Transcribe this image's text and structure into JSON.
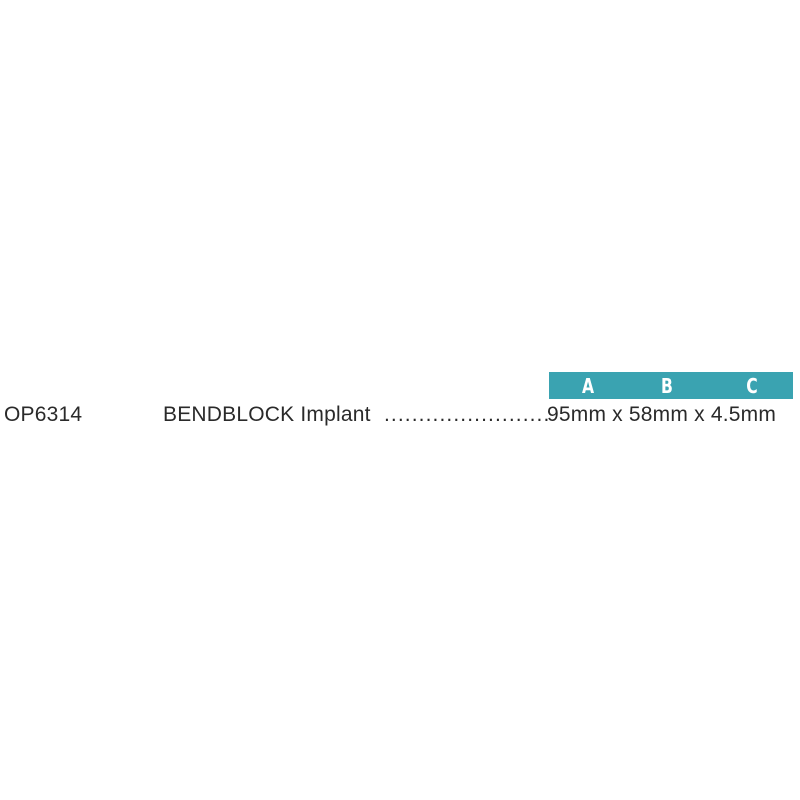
{
  "table_header": {
    "columns": [
      "A",
      "B",
      "C"
    ],
    "bar_color": "#3aa3b1"
  },
  "row": {
    "code": "OP6314",
    "name": "BENDBLOCK Implant",
    "leader": "........................",
    "dimensions": "95mm x 58mm x 4.5mm"
  }
}
